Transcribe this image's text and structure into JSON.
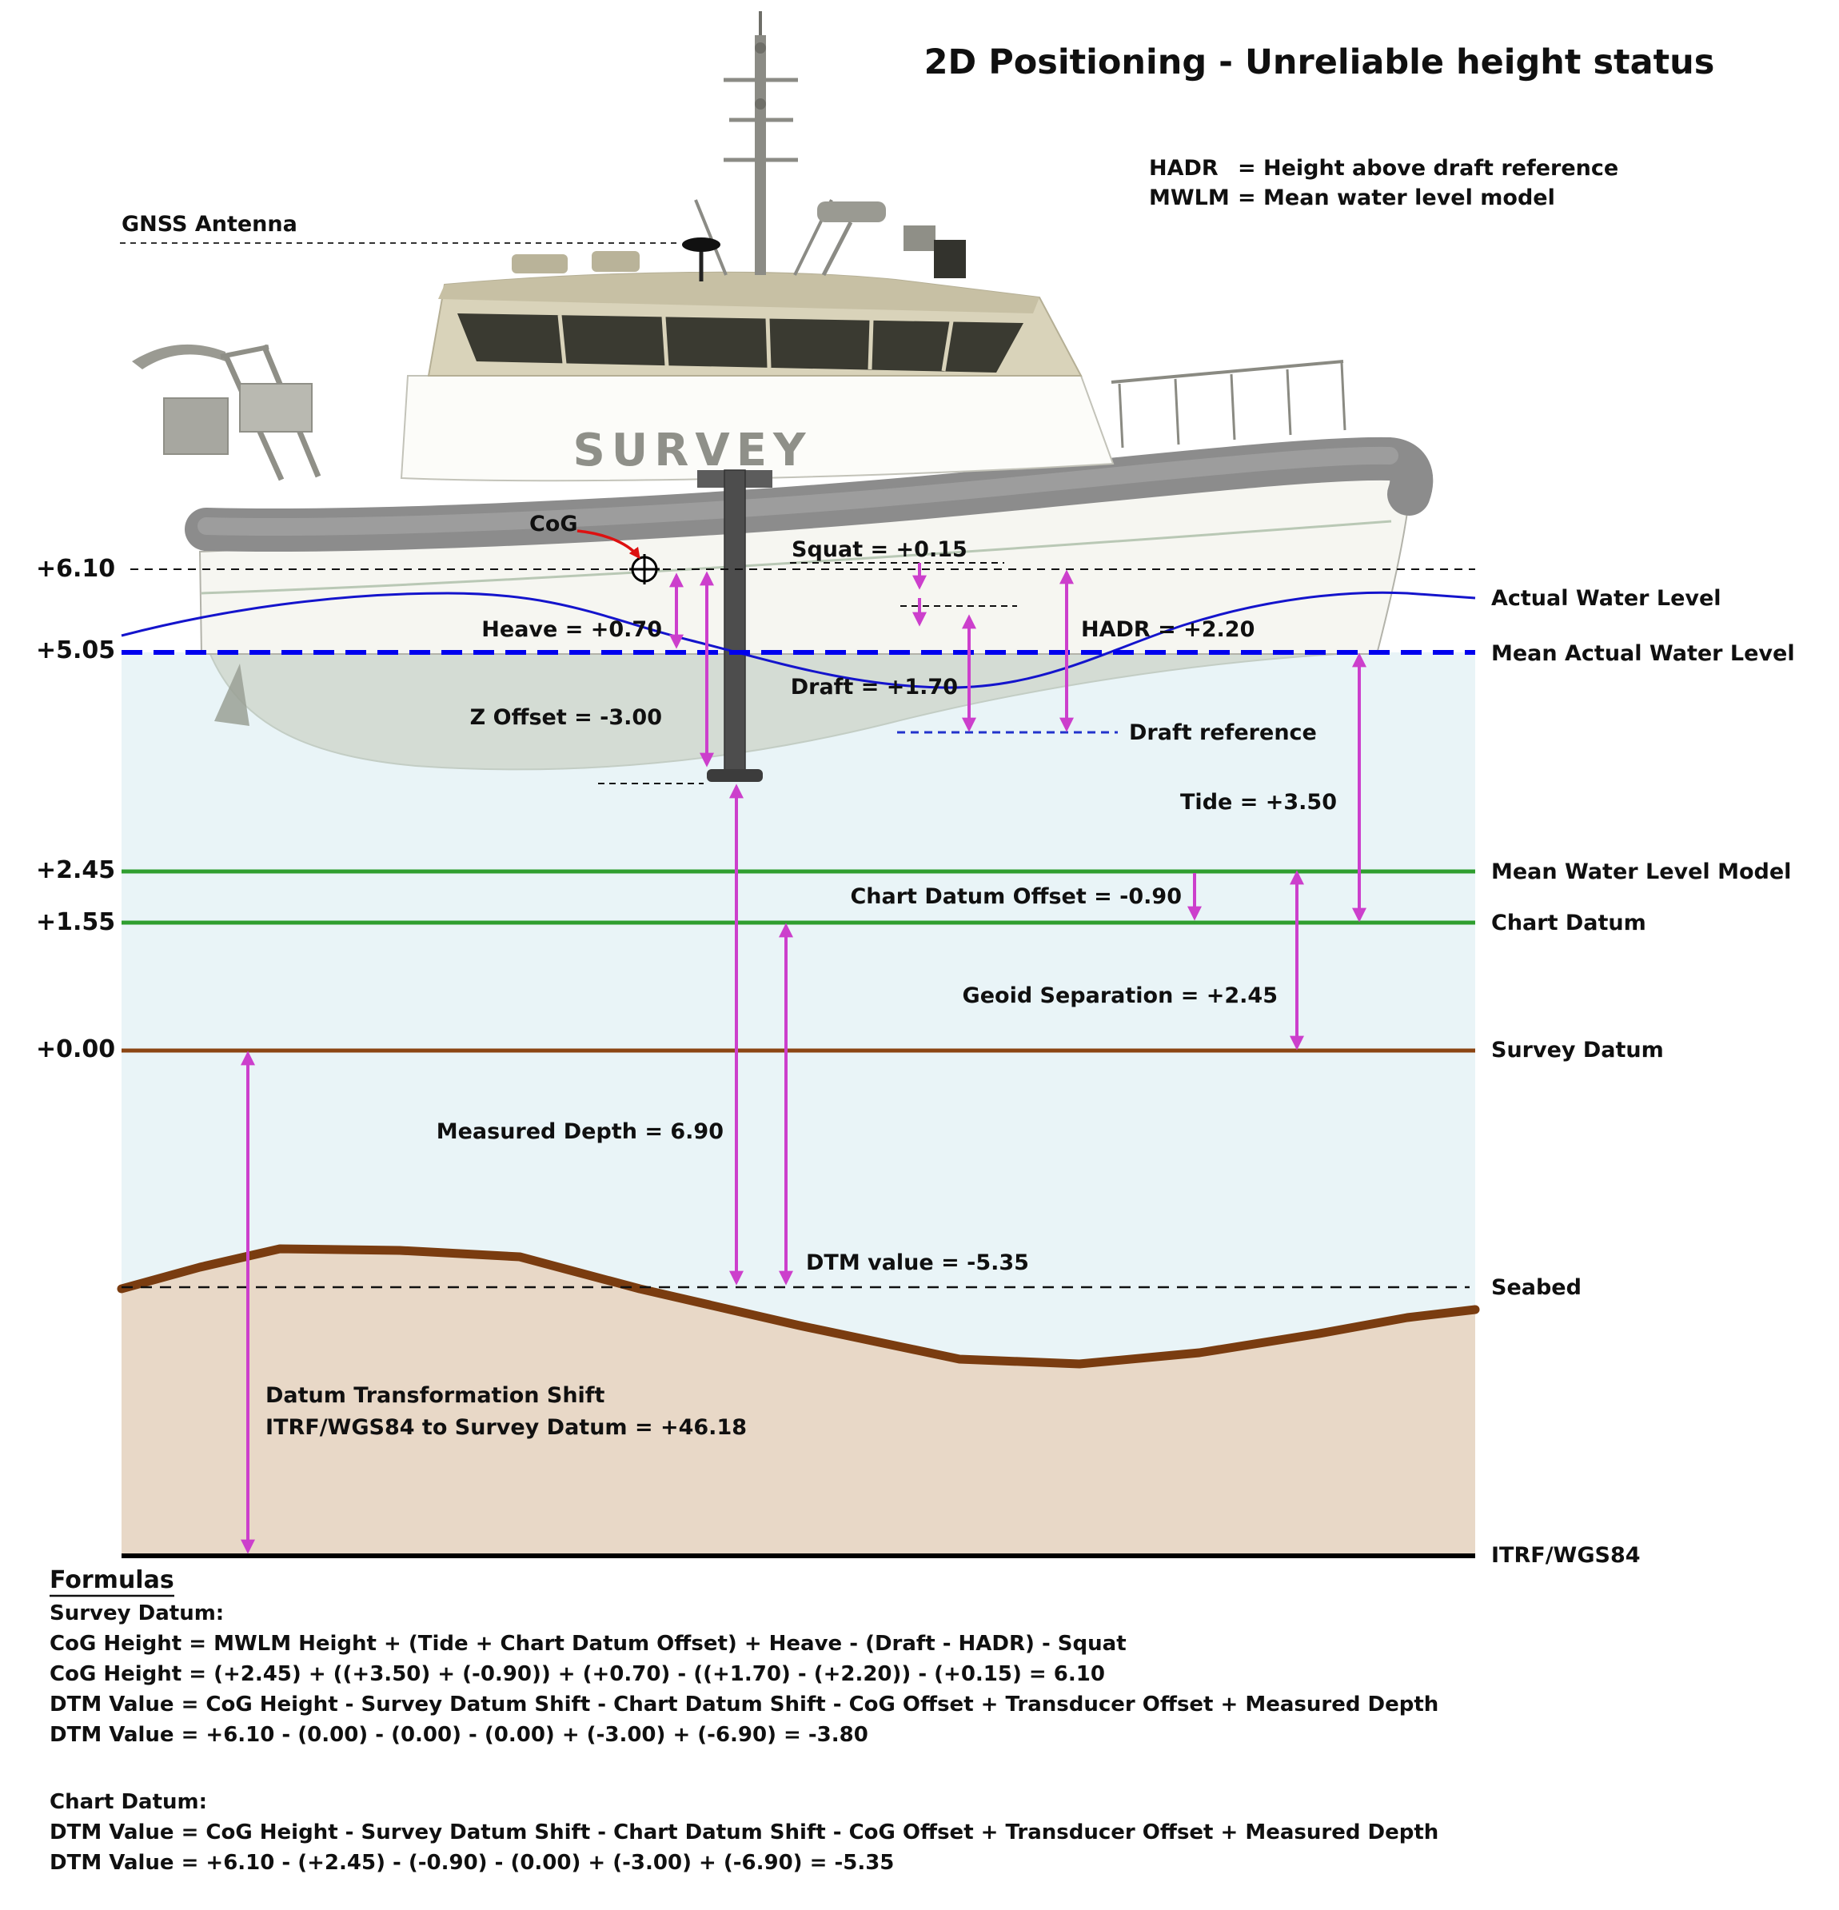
{
  "title": "2D Positioning - Unreliable height status",
  "legend": {
    "hadr": {
      "term": "HADR",
      "definition": "= Height above draft reference"
    },
    "mwlm": {
      "term": "MWLM",
      "definition": "= Mean water level model"
    }
  },
  "vessel": {
    "name": "SURVEY",
    "gnss_label": "GNSS Antenna",
    "cog_label": "CoG"
  },
  "axis": {
    "v610": "+6.10",
    "v505": "+5.05",
    "v245": "+2.45",
    "v155": "+1.55",
    "v000": "+0.00"
  },
  "levels": {
    "actual_water": "Actual Water Level",
    "mean_actual_water": "Mean Actual  Water Level",
    "mwlm": "Mean Water Level Model",
    "chart_datum": "Chart Datum",
    "survey_datum": "Survey Datum",
    "seabed": "Seabed",
    "itrf": "ITRF/WGS84"
  },
  "measurements": {
    "squat": "Squat = +0.15",
    "heave": "Heave = +0.70",
    "hadr": "HADR = +2.20",
    "draft": "Draft = +1.70",
    "z_offset": "Z Offset = -3.00",
    "draft_reference": "Draft reference",
    "tide": "Tide = +3.50",
    "chart_datum_offset": "Chart Datum Offset = -0.90",
    "geoid_separation": "Geoid Separation = +2.45",
    "measured_depth": "Measured Depth = 6.90",
    "dtm_value": "DTM value = -5.35",
    "datum_shift_line1": "Datum Transformation Shift",
    "datum_shift_line2": "ITRF/WGS84 to Survey Datum = +46.18"
  },
  "formulas": {
    "heading": "Formulas",
    "survey": {
      "heading": "Survey Datum:",
      "lines": [
        "CoG Height = MWLM Height + (Tide + Chart Datum Offset) + Heave - (Draft - HADR) - Squat",
        "CoG Height = (+2.45) + ((+3.50) + (-0.90)) + (+0.70) - ((+1.70) - (+2.20)) - (+0.15) = 6.10",
        "DTM Value = CoG Height - Survey Datum Shift - Chart Datum Shift - CoG Offset + Transducer Offset + Measured Depth",
        "DTM Value = +6.10 - (0.00) - (0.00) - (0.00) + (-3.00) + (-6.90) = -3.80"
      ]
    },
    "chart": {
      "heading": "Chart Datum:",
      "lines": [
        "DTM Value = CoG Height - Survey Datum Shift - Chart Datum Shift - CoG Offset + Transducer Offset + Measured Depth",
        "DTM Value = +6.10 - (+2.45) - (-0.90) - (0.00) + (-3.00) + (-6.90) = -5.35"
      ]
    }
  },
  "colors": {
    "arrow": "#cc3fcc",
    "actual_water": "#1414cc",
    "mean_water": "#0000ee",
    "model_line": "#2f9e2f",
    "survey_datum": "#8b4513",
    "seabed": "#7a3c10",
    "water_fill": "#e9f4f7",
    "sand_fill": "#e8d8c7",
    "itrf_line": "#000000",
    "cog_arrow": "#dd1111",
    "draft_ref": "#2233cc"
  }
}
